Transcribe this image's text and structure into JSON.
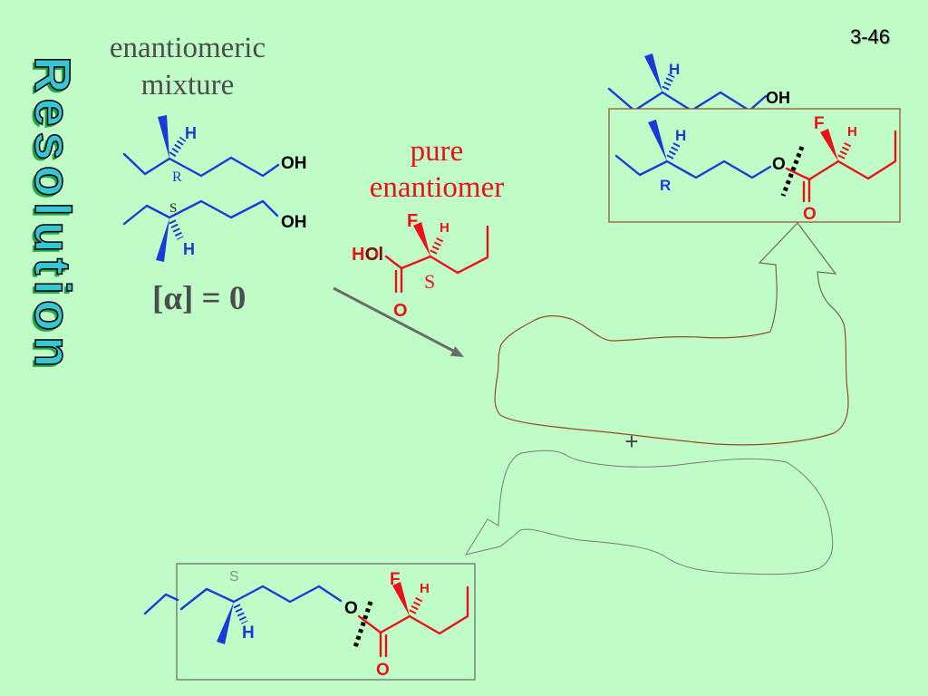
{
  "slide_number": "3-46",
  "side_title": "Resolution",
  "mixture_caption": {
    "line1": "enantiomeric",
    "line2": "mixture"
  },
  "optical_rotation": "[α] = 0",
  "pure_caption": {
    "line1": "pure",
    "line2": "enantiomer"
  },
  "plus_sign": "+",
  "r_alcohol": {
    "hydrogen": "H",
    "configuration": "R",
    "hydroxyl": "OH"
  },
  "s_alcohol": {
    "configuration": "S",
    "hydrogen": "H",
    "hydroxyl": "OH"
  },
  "acid_chloride": {
    "hydroxyl": "HO",
    "chloride": "Cl",
    "fluorine": "F",
    "hydrogen": "H",
    "carbonyl_oxygen": "O",
    "configuration": "S"
  },
  "top_alcohol": {
    "hydrogen": "H",
    "hydroxyl": "OH"
  },
  "r_ester": {
    "hydrogen": "H",
    "configuration": "R",
    "ester_oxygen": "O",
    "fluorine": "F",
    "alpha_hydrogen": "H",
    "carbonyl_oxygen": "O"
  },
  "s_ester": {
    "configuration": "S",
    "hydrogen": "H",
    "ester_oxygen": "O",
    "fluorine": "F",
    "alpha_hydrogen": "H",
    "carbonyl_oxygen": "O"
  },
  "colors": {
    "background": "#bffcc8",
    "alcohol_blue": "#1c3ad6",
    "acid_red": "#ea1218",
    "caption_gray": "#4d4d4d",
    "arrow_gray": "#6b6b6b",
    "box_brown": "#9a4a22"
  }
}
